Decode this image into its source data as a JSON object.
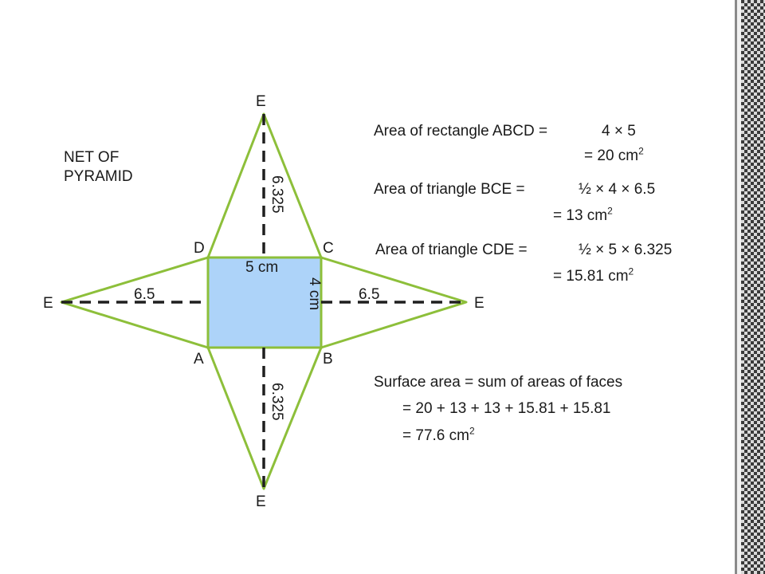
{
  "title_lines": [
    "NET OF",
    "PYRAMID"
  ],
  "vertices": {
    "top_e": "E",
    "left_e": "E",
    "right_e": "E",
    "bottom_e": "E",
    "a": "A",
    "b": "B",
    "c": "C",
    "d": "D"
  },
  "measurements": {
    "width": "5 cm",
    "height": "4 cm",
    "left_slant": "6.5",
    "right_slant": "6.5",
    "top_slant": "6.325",
    "bottom_slant": "6.325"
  },
  "calculations": {
    "rect_label": "Area of rectangle ABCD =",
    "rect_expr": "4 × 5",
    "rect_result": "= 20 cm",
    "bce_label": "Area of triangle BCE =",
    "bce_expr": "½ × 4 × 6.5",
    "bce_result": "= 13 cm",
    "cde_label": "Area of triangle CDE =",
    "cde_expr": "½ × 5 × 6.325",
    "cde_result": "= 15.81 cm",
    "sa_label": "Surface area = sum of areas of faces",
    "sa_sum": "= 20 + 13 + 13 + 15.81 + 15.81",
    "sa_result": "= 77.6 cm",
    "unit_power": "2"
  },
  "colors": {
    "rectangle_fill": "#add3f9",
    "outline": "#8dbf3a",
    "dashed": "#1f1f1f",
    "border_dark": "#3a3a3a",
    "border_light": "#d9d9d9"
  }
}
